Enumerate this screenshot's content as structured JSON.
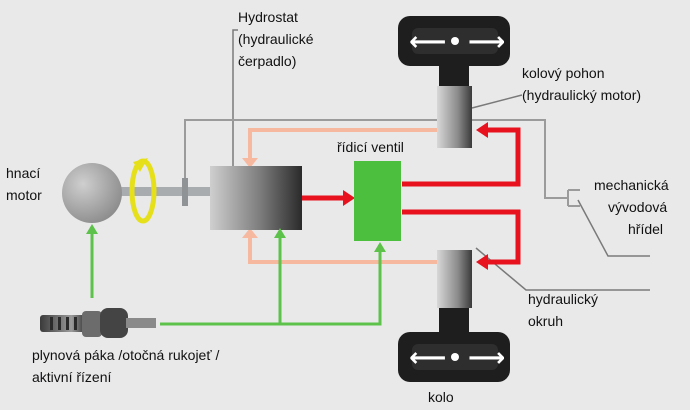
{
  "labels": {
    "hydrostat_1": "Hydrostat",
    "hydrostat_2": "(hydraulické",
    "hydrostat_3": "čerpadlo)",
    "wheel_drive_1": "kolový pohon",
    "wheel_drive_2": "(hydraulický motor)",
    "control_valve": "řídicí ventil",
    "engine_1": "hnací",
    "engine_2": "motor",
    "pto_1": "mechanická",
    "pto_2": "vývodová",
    "pto_3": "hřídel",
    "circuit_1": "hydraulický",
    "circuit_2": "okruh",
    "throttle_1": "plynová páka /otočná rukojeť /",
    "throttle_2": "aktivní řízení",
    "wheel": "kolo"
  },
  "colors": {
    "background": "#e9e9ea",
    "high_pressure_line": "#e8121e",
    "return_line": "#f7b8a0",
    "control_line": "#5dc24a",
    "valve": "#4cbf3f",
    "shaft": "#a8acaf",
    "leader_line": "#7a7a7a",
    "flywheel_arrow": "#e6e01a"
  },
  "icons": {
    "rotation": "rotation-arrow-icon",
    "throttle": "throttle-grip-icon",
    "wheel": "wheel-icon"
  }
}
